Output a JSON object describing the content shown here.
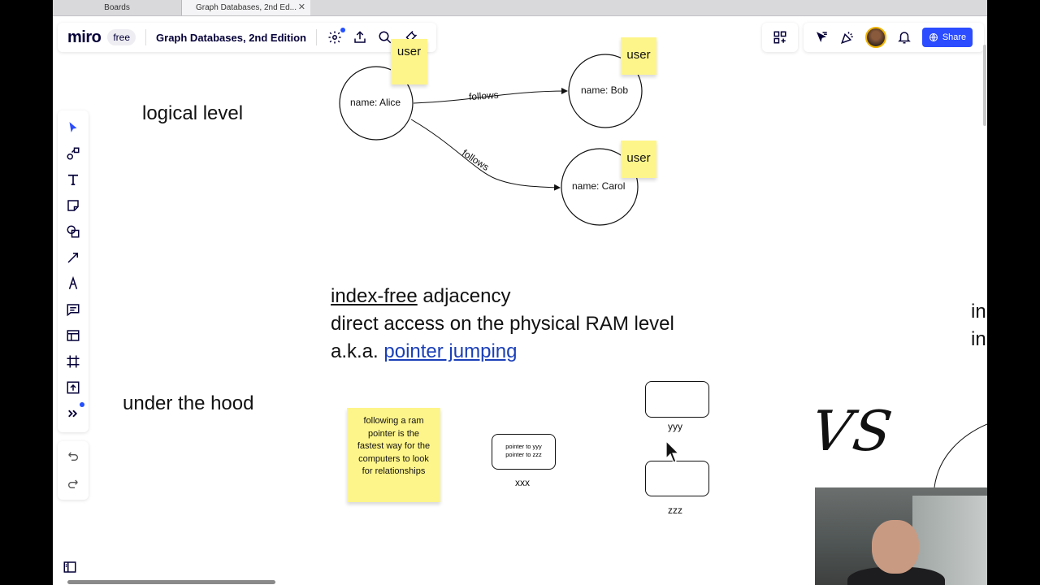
{
  "browser": {
    "tabs": [
      {
        "label": "Boards"
      },
      {
        "label": "Graph Databases, 2nd Ed..."
      }
    ]
  },
  "toolbar": {
    "logo": "miro",
    "plan": "free",
    "board_title": "Graph Databases, 2nd Edition",
    "share_label": "Share"
  },
  "canvas": {
    "logical_level": "logical level",
    "under_the_hood": "under the hood",
    "graph": {
      "nodes": [
        {
          "label": "name: Alice",
          "tag": "user"
        },
        {
          "label": "name: Bob",
          "tag": "user"
        },
        {
          "label": "name: Carol",
          "tag": "user"
        }
      ],
      "edges": [
        {
          "label": "follows"
        },
        {
          "label": "follows"
        }
      ]
    },
    "lines": {
      "line1_underlined": "index-free",
      "line1_rest": " adjacency",
      "line2": "direct access on the physical RAM level",
      "line3_prefix": "a.k.a. ",
      "line3_link": "pointer jumping"
    },
    "sticky_note": "following a ram pointer is the fastest way for the computers to look for relationships",
    "memory": {
      "xxx_box_line1": "pointer to yyy",
      "xxx_box_line2": "pointer to zzz",
      "xxx_label": "xxx",
      "yyy_label": "yyy",
      "zzz_label": "zzz"
    },
    "vs": "VS",
    "cut_text_1": "in",
    "cut_text_2": "in"
  },
  "colors": {
    "accent": "#2b4cff",
    "sticky": "#fef58a",
    "link": "#1a3fb8"
  },
  "icons": [
    "settings-icon",
    "upload-icon",
    "search-icon",
    "plugin-icon",
    "apps-icon",
    "cursor-filter-icon",
    "celebration-icon",
    "bell-icon",
    "globe-icon"
  ]
}
